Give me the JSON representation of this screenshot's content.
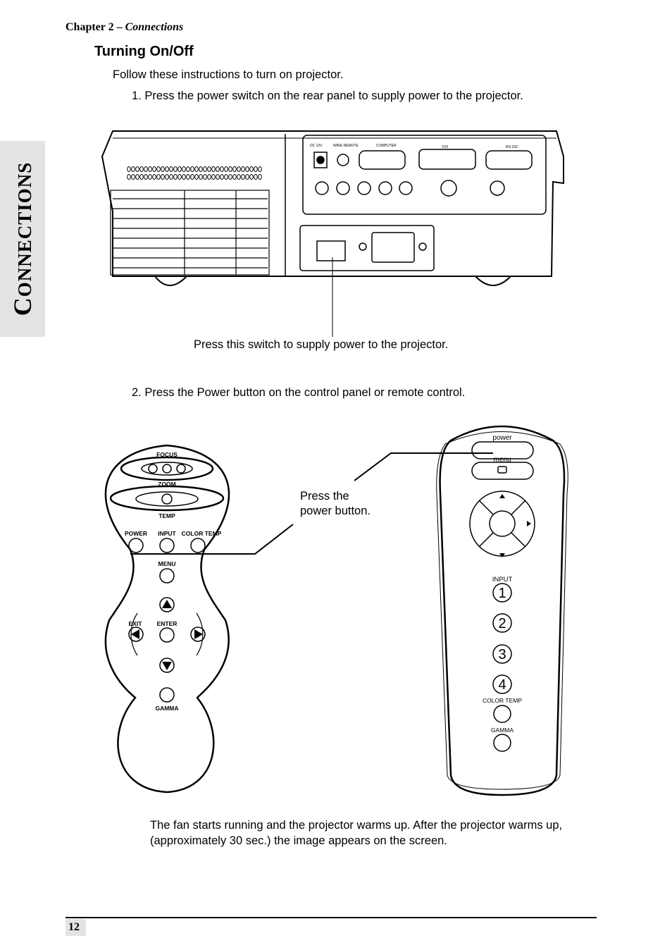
{
  "header": {
    "chapter": "Chapter 2 –",
    "chapter_name": "Connections"
  },
  "side_tab": {
    "label": "CONNECTIONS",
    "initial": "C",
    "rest": "ONNECTIONS"
  },
  "section": {
    "title": "Turning On/Off",
    "intro": "Follow these instructions to turn on projector.",
    "step1": "1.  Press the power switch on the rear panel to supply power to the projector.",
    "caption_switch": "Press this switch to supply power to the projector.",
    "step2": "2.  Press the Power button on the control panel or remote control.",
    "caption_power_line1": "Press the",
    "caption_power_line2": "power button.",
    "final_note": "The fan starts running and the projector warms up. After the projector warms up, (approximately 30 sec.) the image appears on the screen."
  },
  "control_panel": {
    "focus": "FOCUS",
    "zoom": "ZOOM",
    "temp": "TEMP",
    "power": "POWER",
    "input": "INPUT",
    "color_temp": "COLOR TEMP",
    "menu": "MENU",
    "exit": "EXIT",
    "enter": "ENTER",
    "gamma": "GAMMA"
  },
  "remote": {
    "power": "power",
    "menu": "menu",
    "input": "INPUT",
    "buttons": [
      "1",
      "2",
      "3",
      "4"
    ],
    "color_temp": "COLOR TEMP",
    "gamma": "GAMMA"
  },
  "footer": {
    "page_number": "12"
  }
}
